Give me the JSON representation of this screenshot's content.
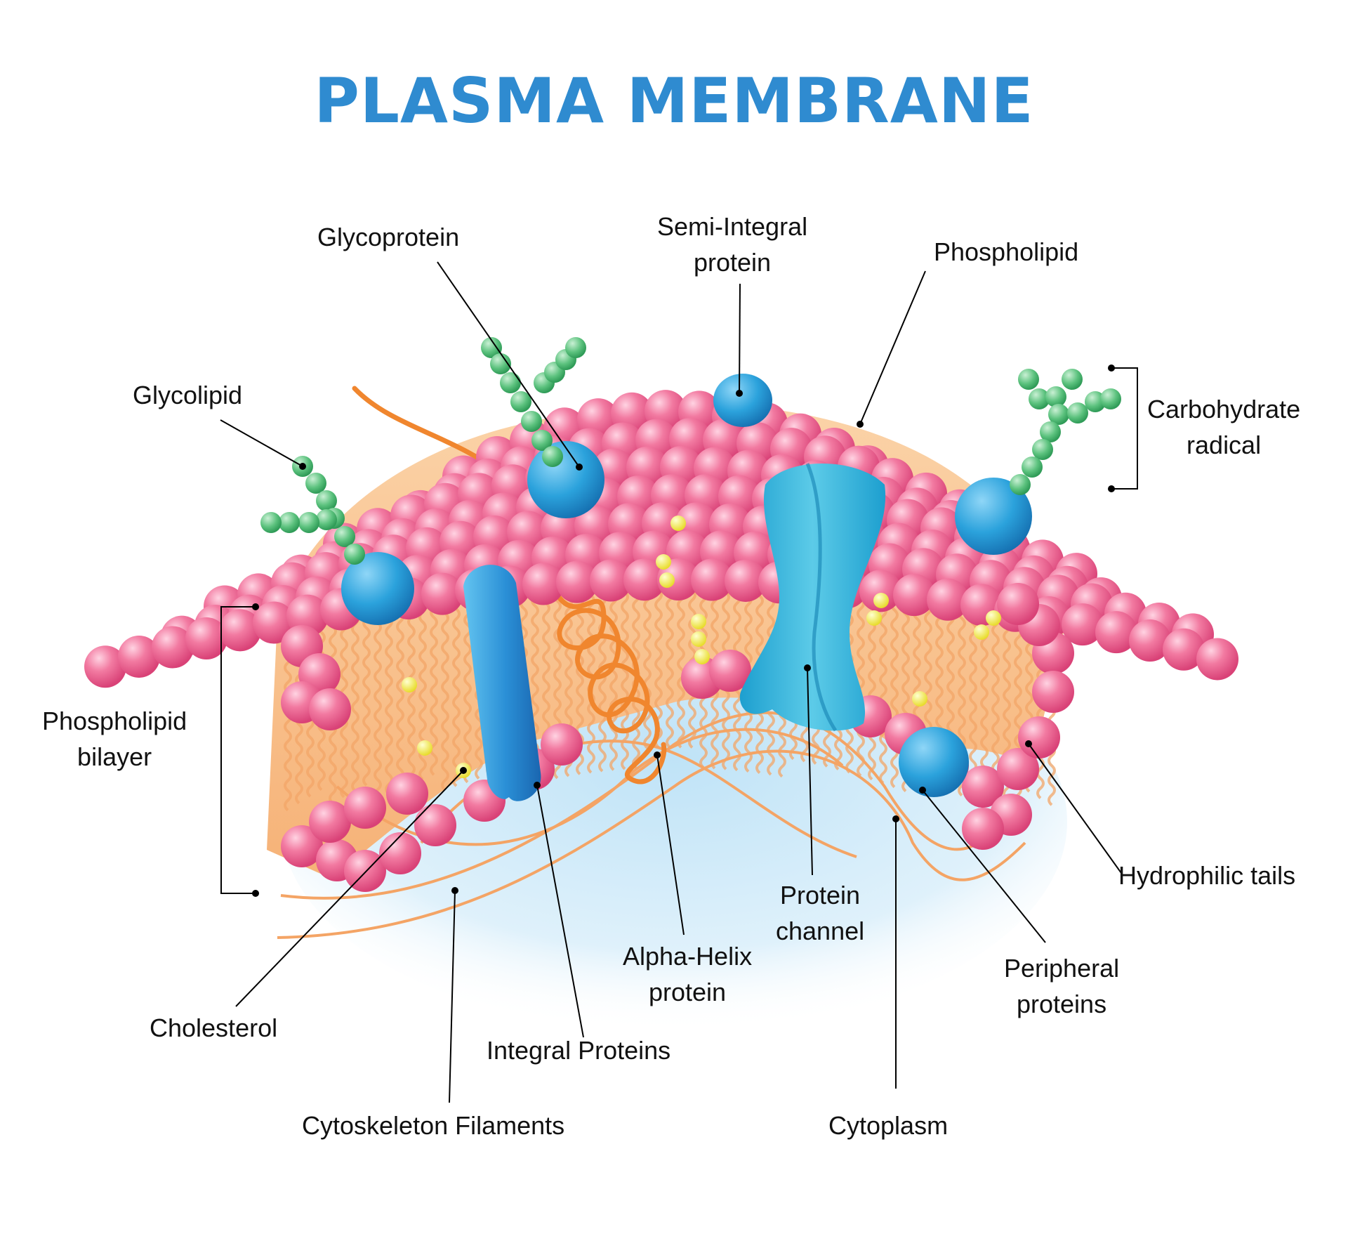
{
  "title": "PLASMA MEMBRANE",
  "colors": {
    "title": "#2f8bd0",
    "phospholipid_head": "#f06a96",
    "protein": "#2a9fd6",
    "carbohydrate": "#5cc27e",
    "tails": "#f7c089",
    "filament": "#f39a55",
    "cholesterol": "#f3ec5a",
    "cytoplasm": "#d3ebfa"
  },
  "labels": {
    "glycoprotein": "Glycoprotein",
    "semi_integral_1": "Semi-Integral",
    "semi_integral_2": "protein",
    "phospholipid": "Phospholipid",
    "glycolipid": "Glycolipid",
    "carbohydrate_1": "Carbohydrate",
    "carbohydrate_2": "radical",
    "bilayer_1": "Phospholipid",
    "bilayer_2": "bilayer",
    "hydrophilic_tails": "Hydrophilic tails",
    "protein_channel_1": "Protein",
    "protein_channel_2": "channel",
    "alpha_helix_1": "Alpha-Helix",
    "alpha_helix_2": "protein",
    "peripheral_1": "Peripheral",
    "peripheral_2": "proteins",
    "cholesterol": "Cholesterol",
    "integral_proteins": "Integral Proteins",
    "cytoskeleton": "Cytoskeleton Filaments",
    "cytoplasm": "Cytoplasm"
  }
}
